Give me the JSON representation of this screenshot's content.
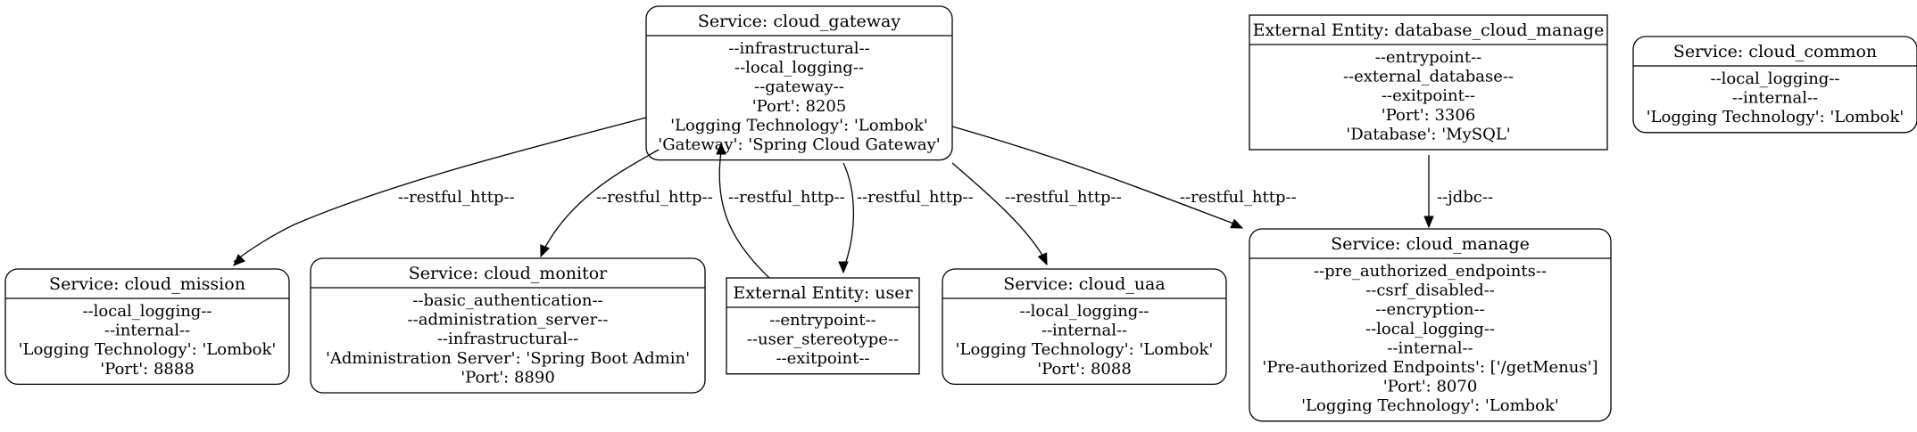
{
  "nodes": {
    "cloud_gateway": {
      "title": "Service: cloud_gateway",
      "lines": [
        "--infrastructural--",
        "--local_logging--",
        "--gateway--",
        "'Port': 8205",
        "'Logging Technology': 'Lombok'",
        "'Gateway': 'Spring Cloud Gateway'"
      ]
    },
    "database_cloud_manage": {
      "title": "External Entity: database_cloud_manage",
      "lines": [
        "--entrypoint--",
        "--external_database--",
        "--exitpoint--",
        "'Port': 3306",
        "'Database': 'MySQL'"
      ]
    },
    "cloud_common": {
      "title": "Service: cloud_common",
      "lines": [
        "--local_logging--",
        "--internal--",
        "'Logging Technology': 'Lombok'"
      ]
    },
    "cloud_mission": {
      "title": "Service: cloud_mission",
      "lines": [
        "--local_logging--",
        "--internal--",
        "'Logging Technology': 'Lombok'",
        "'Port': 8888"
      ]
    },
    "cloud_monitor": {
      "title": "Service: cloud_monitor",
      "lines": [
        "--basic_authentication--",
        "--administration_server--",
        "--infrastructural--",
        "'Administration Server': 'Spring Boot Admin'",
        "'Port': 8890"
      ]
    },
    "user": {
      "title": "External Entity: user",
      "lines": [
        "--entrypoint--",
        "--user_stereotype--",
        "--exitpoint--"
      ]
    },
    "cloud_uaa": {
      "title": "Service: cloud_uaa",
      "lines": [
        "--local_logging--",
        "--internal--",
        "'Logging Technology': 'Lombok'",
        "'Port': 8088"
      ]
    },
    "cloud_manage": {
      "title": "Service: cloud_manage",
      "lines": [
        "--pre_authorized_endpoints--",
        "--csrf_disabled--",
        "--encryption--",
        "--local_logging--",
        "--internal--",
        "'Pre-authorized Endpoints': ['/getMenus']",
        "'Port': 8070",
        "'Logging Technology': 'Lombok'"
      ]
    }
  },
  "edges": {
    "gateway_to_mission": "--restful_http--",
    "gateway_to_monitor": "--restful_http--",
    "user_to_gateway": "--restful_http--",
    "gateway_to_user": "--restful_http--",
    "gateway_to_uaa": "--restful_http--",
    "gateway_to_manage": "--restful_http--",
    "database_to_manage": "--jdbc--"
  }
}
